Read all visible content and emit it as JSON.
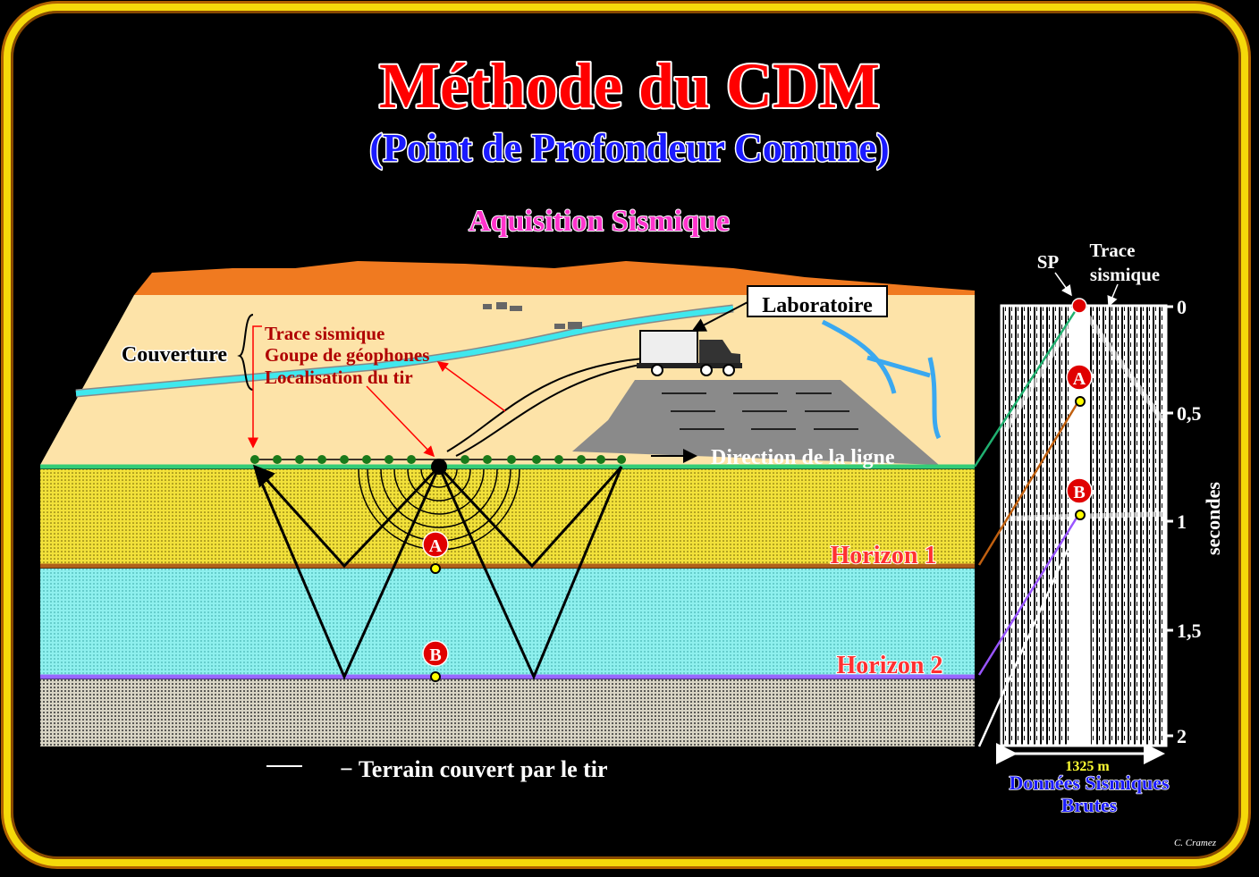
{
  "title": "Méthode du CDM",
  "subtitle": "(Point de Profondeur Comune)",
  "section": "Aquisition Sismique",
  "labels": {
    "couverture": "Couverture",
    "trace_sismique": "Trace sismique",
    "goupe": "Goupe de géophones",
    "localisation": "Localisation du tir",
    "laboratoire": "Laboratoire",
    "direction": "Direction de la ligne",
    "horizon1": "Horizon 1",
    "horizon2": "Horizon 2",
    "marker_a": "A",
    "marker_b": "B",
    "legend": "− Terrain couvert par le tir"
  },
  "seismic_panel": {
    "sp": "SP",
    "trace_line1": "Trace",
    "trace_line2": "sismique",
    "ticks": [
      "0",
      "0,5",
      "1",
      "1,5",
      "2"
    ],
    "axis_label": "secondes",
    "width_label": "1325 m",
    "caption_line1": "Données Sismiques",
    "caption_line2": "Brutes"
  },
  "credit": "C. Cramez",
  "colors": {
    "title": "#ff0000",
    "subtitle": "#1a1aff",
    "section": "#ff33cc",
    "frame": "#f5d90a"
  }
}
